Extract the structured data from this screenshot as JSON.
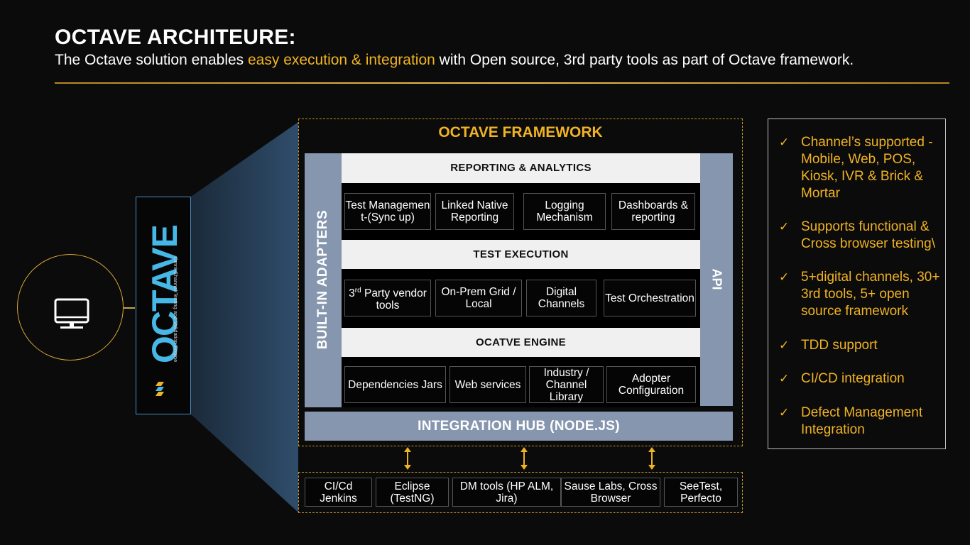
{
  "header": {
    "title": "OCTAVE ARCHITEURE:",
    "subtitle_pre": "The Octave solution enables ",
    "subtitle_highlight": "easy execution & integration",
    "subtitle_post": " with Open source, 3rd party tools as part of Octave framework."
  },
  "logo": {
    "word": "OCTAVE",
    "tagline": "Omni-Channel Testing and Validation Engine"
  },
  "framework": {
    "title": "OCTAVE FRAMEWORK",
    "left_bar": "BUILT-IN ADAPTERS",
    "right_bar": "API",
    "reporting": {
      "label": "REPORTING & ANALYTICS",
      "cells": [
        "Test Managemen t-(Sync up)",
        "Linked Native Reporting",
        "Logging Mechanism",
        "Dashboards & reporting"
      ]
    },
    "execution": {
      "label": "TEST EXECUTION",
      "cell1_pre": "3",
      "cell1_sup": "rd",
      "cell1_post": " Party vendor tools",
      "cells": [
        "On-Prem Grid / Local",
        "Digital Channels",
        "Test Orchestration"
      ]
    },
    "engine": {
      "label": "OCATVE ENGINE",
      "cells": [
        "Dependencies Jars",
        "Web services",
        "Industry / Channel Library",
        "Adopter Configuration"
      ]
    },
    "hub": "INTEGRATION HUB  (NODE.JS)"
  },
  "tools": [
    "CI/Cd Jenkins",
    "Eclipse (TestNG)",
    "DM tools (HP ALM, Jira)",
    "Sause Labs, Cross Browser",
    "SeeTest, Perfecto"
  ],
  "features": [
    "Channel’s supported - Mobile, Web, POS, Kiosk, IVR & Brick & Mortar",
    "Supports functional & Cross browser testing\\",
    "5+digital channels, 30+ 3rd tools, 5+ open source framework",
    "TDD support",
    "CI/CD integration",
    "Defect Management Integration"
  ],
  "colors": {
    "accent": "#f0b323",
    "bar": "#8596ae",
    "logo": "#47b7e6",
    "background": "#0b0b0b"
  },
  "icons": {
    "device": "monitor-icon",
    "check": "check-icon",
    "arrow": "double-arrow-icon"
  }
}
